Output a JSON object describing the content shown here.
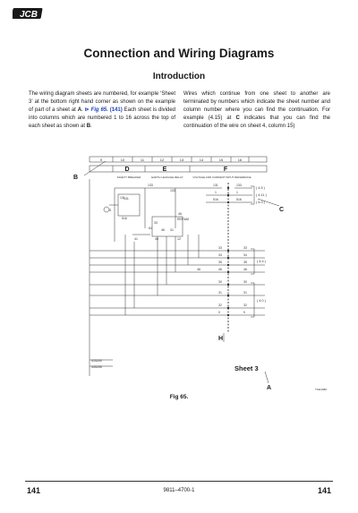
{
  "header": {
    "logo_text": "JCB"
  },
  "title": "Connection and Wiring Diagrams",
  "subtitle": "Introduction",
  "paragraphs": {
    "left_a": "The wiring diagram sheets are numbered, for example ‘Sheet 3’ at the bottom right hand corner as shown on the example of part of a sheet at ",
    "left_A": "A",
    "left_b": ". ",
    "left_ref1": "Fig 65. ",
    "left_ref2": "(141)",
    "left_c": " Each sheet is divided into columns which are numbered 1 to 16 across the top of each sheet as shown at ",
    "left_B": "B",
    "left_d": ".",
    "right_a": "Wires which continue from one sheet to another are terminated by numbers which indicate the sheet number and column number where you can find the continuation. For example (4.15) at ",
    "right_C": "C",
    "right_b": " indicates that you can find the continuation of the wire on sheet 4, column 15)"
  },
  "diagram": {
    "col_numbers": [
      "9",
      "10",
      "11",
      "12",
      "13",
      "14",
      "15",
      "16"
    ],
    "section_letters": [
      "D",
      "E",
      "F"
    ],
    "section_titles": [
      "SAFETY BREAKER",
      "EARTH LEAKAGE RELAY",
      "VOLTAGE AND CURRENT INPUT REFERENCE"
    ],
    "callouts": {
      "B": "B",
      "C": "C",
      "H": "H",
      "A": "A"
    },
    "sheet_label": "Sheet 3",
    "wire_top": [
      "133",
      "131",
      "133",
      "1",
      "131",
      "1",
      "516",
      "516"
    ],
    "refs": [
      "( 4.5 )",
      "( 4.11 )",
      "( 6.3 )",
      "( 4.4 )",
      "( 4.0 )"
    ],
    "wire_pairs": [
      [
        "33",
        "33"
      ],
      [
        "34",
        "34"
      ],
      [
        "35",
        "35"
      ],
      [
        "46",
        "46"
      ],
      [
        "30",
        "30"
      ],
      [
        "31",
        "31"
      ],
      [
        "32",
        "32"
      ],
      [
        "0",
        "0"
      ]
    ],
    "wire_46_left": "46",
    "relay_label": "46",
    "relay_code": "REF3A0",
    "relay_pins": [
      "133",
      "33",
      "46",
      "31"
    ],
    "component_labels": [
      "S",
      "131",
      "516",
      "41",
      "61",
      "46",
      "12"
    ],
    "bottom_codes": [
      "415240",
      "445256"
    ],
    "drawing_code": "TS9/1080"
  },
  "figure_caption": "Fig 65.",
  "footer": {
    "page_left": "141",
    "page_right": "141",
    "doc_code": "9811–4700-1"
  }
}
